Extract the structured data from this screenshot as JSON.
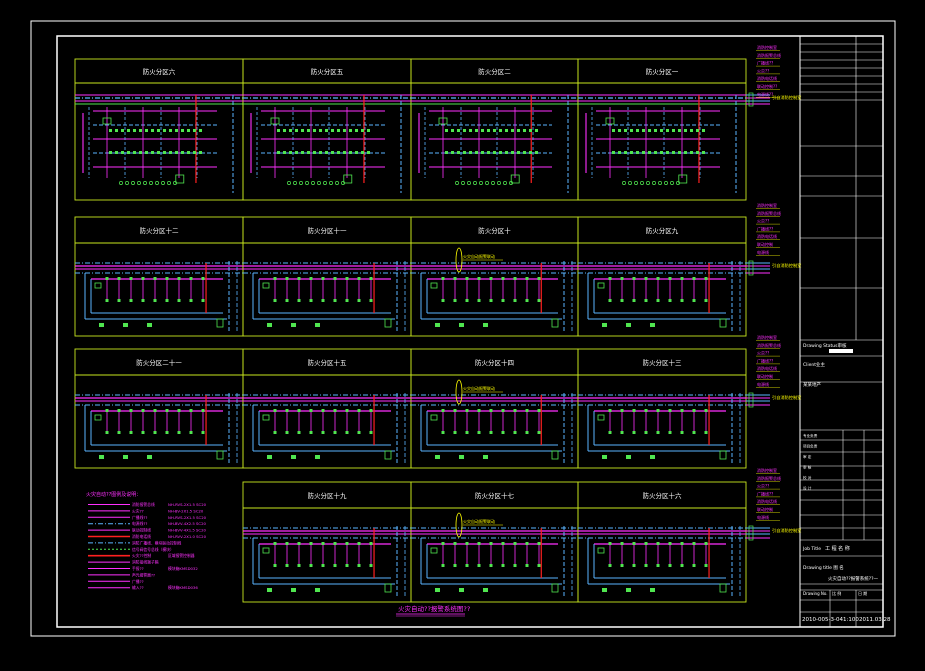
{
  "colors": {
    "background": "#000000",
    "frame": "#ffffff",
    "zone_border": "#c8e61e",
    "magenta": "#ff30ff",
    "cyan": "#5ab4ff",
    "green": "#50e650",
    "red": "#ff2020",
    "yellow": "#ffff00"
  },
  "zones": {
    "row1": [
      "防火分区六",
      "防火分区五",
      "防火分区二",
      "防火分区一"
    ],
    "row2": [
      "防火分区十二",
      "防火分区十一",
      "防火分区十",
      "防火分区九"
    ],
    "row3": [
      "防火分区二十一",
      "防火分区十五",
      "防火分区十四",
      "防火分区十三"
    ],
    "row4": [
      "防火分区十九",
      "防火分区十七",
      "防火分区十六"
    ]
  },
  "side_labels": {
    "row1": [
      "消防控制室",
      "消防报警总线",
      "广播线??",
      "火灾??",
      "消防电话线",
      "联动控制??",
      "电源线??"
    ],
    "row2": [
      "消防控制室",
      "消防报警总线",
      "火灾??",
      "广播线??",
      "消防电话线",
      "联动控制",
      "电源线"
    ],
    "row3": [
      "消防控制室",
      "消防报警总线",
      "火灾??",
      "广播线??",
      "消防电话线",
      "联动控制",
      "电源线"
    ],
    "row4": [
      "消防控制室",
      "消防报警总线",
      "火灾??",
      "广播线??",
      "消防电话线",
      "联动控制",
      "电源线"
    ],
    "tap_label": "引自消防控制室"
  },
  "riser_labels": {
    "row2": "火灾自动报警联动",
    "row3": "火灾自动报警联动",
    "row4": "火灾自动报警联动"
  },
  "legend": {
    "title": "火灾自动??图例及说明：",
    "rows": [
      {
        "label": "消防报警总线",
        "spec": "NH-RVS-2X1.5  SC20",
        "kind": "magenta"
      },
      {
        "label": "火灾??",
        "spec": "NH-BV-2X1.5  SC20",
        "kind": "magenta"
      },
      {
        "label": "广播线??",
        "spec": "NH-RVS-2X1.5  SC20",
        "kind": "magenta"
      },
      {
        "label": "电源线??",
        "spec": "NH-BVV-4X2.5  SC20",
        "kind": "cyan"
      },
      {
        "label": "联动控制线",
        "spec": "NH-BVV-4X1.5  SC20",
        "kind": "magenta"
      },
      {
        "label": "消防电话线",
        "spec": "NH-RVV-2X1.0  SC20",
        "kind": "red"
      },
      {
        "label": "消防广播线、模块联动控制线",
        "spec": "",
        "kind": "cyan"
      },
      {
        "label": "信号阀信号总线（模块）",
        "spec": "",
        "kind": "green"
      },
      {
        "label": "火灾??控制",
        "spec": "区域报警控制器",
        "kind": "red"
      },
      {
        "label": "消防接线端子箱",
        "spec": "",
        "kind": "magenta"
      },
      {
        "label": "手报??",
        "spec": "模块箱KMSD032",
        "kind": "magenta"
      },
      {
        "label": "声光报警器??",
        "spec": "",
        "kind": "magenta"
      },
      {
        "label": "广播??",
        "spec": "",
        "kind": "magenta"
      },
      {
        "label": "输入??",
        "spec": "模块箱KMSD036",
        "kind": "magenta"
      }
    ]
  },
  "caption": "火灾自动??报警系统图??",
  "title_block": {
    "drawing_status_label": "Drawing Status审核",
    "client_label": "Client业主",
    "client_value": "某某地产",
    "job_title_label": "Job Title",
    "job_title_value": "工 程 名 称",
    "drawing_label": "Drawing title 图 名",
    "drawing_value": "火灾自动??报警系统??一",
    "drawing_no_label": "Drawing No.",
    "drawing_no_value": "2010-005-3-04",
    "scale_label": "比 例",
    "scale_value": "1:100",
    "date_label": "日 期",
    "date_value": "2011.03.28",
    "mini_labels": [
      "专业负责",
      "项目负责",
      "审 定",
      "审 核",
      "校 对",
      "设 计"
    ]
  }
}
